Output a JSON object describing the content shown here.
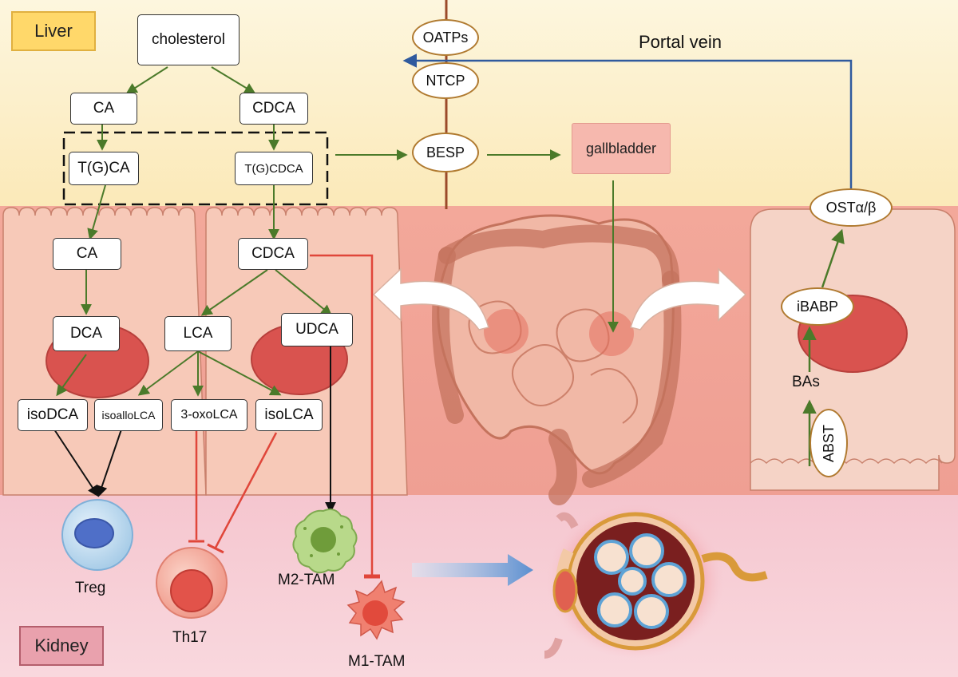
{
  "regions": {
    "liver": "Liver",
    "kidney": "Kidney"
  },
  "portal_vein": "Portal vein",
  "transporters": {
    "oatps": "OATPs",
    "ntcp": "NTCP",
    "besp": "BESP",
    "ost": "OSTα/β",
    "ibabp": "iBABP",
    "abst": "ABST"
  },
  "liver_nodes": {
    "cholesterol": "cholesterol",
    "ca": "CA",
    "cdca": "CDCA",
    "tgca": "T(G)CA",
    "tgcdca": "T(G)CDCA",
    "gallbladder": "gallbladder"
  },
  "gut_nodes": {
    "ca": "CA",
    "cdca": "CDCA",
    "dca": "DCA",
    "lca": "LCA",
    "udca": "UDCA",
    "isodca": "isoDCA",
    "isoallolca": "isoalloLCA",
    "oxolca": "3-oxoLCA",
    "isolca": "isoLCA",
    "bas": "BAs"
  },
  "cells": {
    "treg": "Treg",
    "th17": "Th17",
    "m2": "M2-TAM",
    "m1": "M1-TAM"
  },
  "colors": {
    "liver_bg": "#fdf2cf",
    "gut_bg": "#f0a79a",
    "kidney_bg": "#f6c9d2",
    "green_arrow": "#4b7a2a",
    "red_inhibit": "#e0463a",
    "portal_blue": "#2f5a9e",
    "transporter_border": "#b07a30"
  }
}
